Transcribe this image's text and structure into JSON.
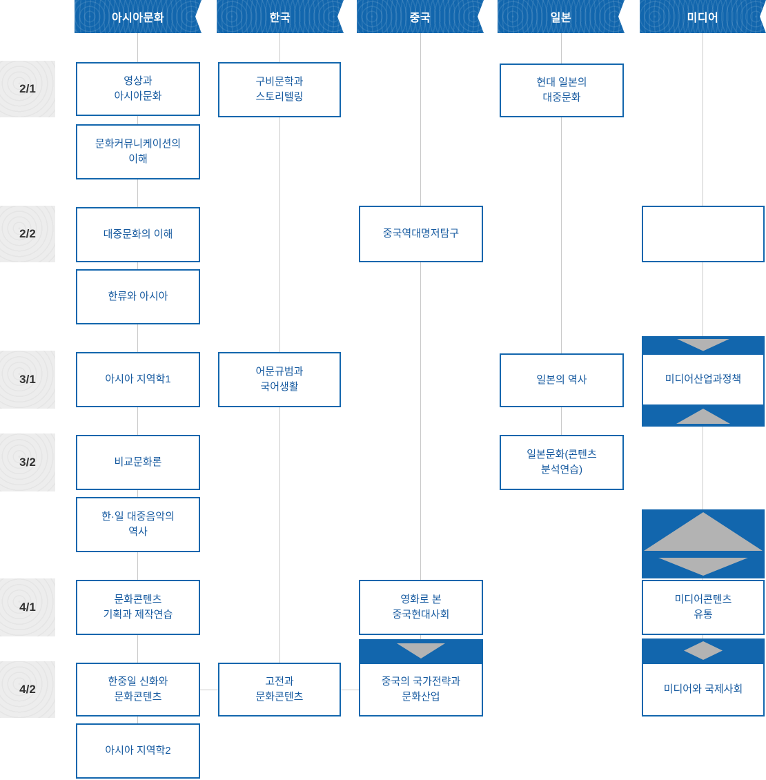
{
  "colors": {
    "primary": "#1266ad",
    "connector_line": "#c9c9c9",
    "arrow_gray": "#b3b3b3",
    "course_text": "#15599f",
    "semester_bg": "#ededed",
    "semester_text": "#333333"
  },
  "semesters": [
    {
      "label": "2/1"
    },
    {
      "label": "2/2"
    },
    {
      "label": "3/1"
    },
    {
      "label": "3/2"
    },
    {
      "label": "4/1"
    },
    {
      "label": "4/2"
    }
  ],
  "columns": [
    {
      "header": "아시아문화",
      "courses": [
        "영상과\n아시아문화",
        "문화커뮤니케이션의\n이해",
        "대중문화의 이해",
        "한류와 아시아",
        "아시아 지역학1",
        "비교문화론",
        "한·일 대중음악의\n역사",
        "문화콘텐츠\n기획과 제작연습",
        "한중일 신화와\n문화콘텐츠",
        "아시아 지역학2"
      ]
    },
    {
      "header": "한국",
      "courses": [
        "구비문학과\n스토리텔링",
        "어문규범과\n국어생활",
        "고전과\n문화콘텐츠"
      ]
    },
    {
      "header": "중국",
      "courses": [
        "중국역대명저탐구",
        "영화로 본\n중국현대사회",
        "중국의 국가전략과\n문화산업"
      ]
    },
    {
      "header": "일본",
      "courses": [
        "현대 일본의\n대중문화",
        "일본의 역사",
        "일본문화(콘텐츠\n분석연습)"
      ]
    },
    {
      "header": "미디어",
      "courses": [
        "",
        "미디어산업과정책",
        "미디어콘텐츠\n유통",
        "미디어와 국제사회"
      ]
    }
  ]
}
